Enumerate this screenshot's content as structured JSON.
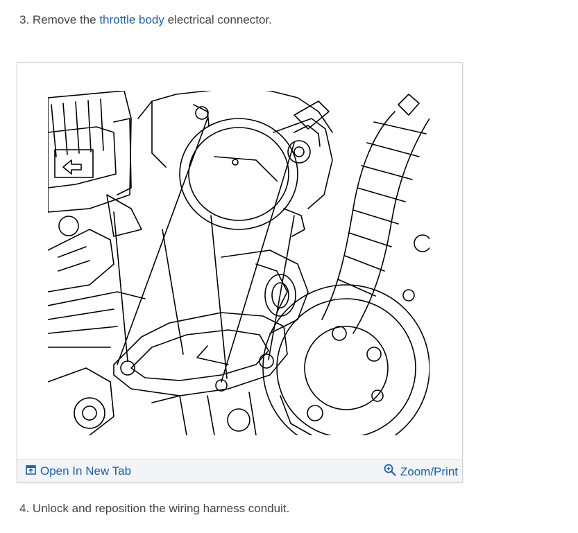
{
  "steps": [
    {
      "number": "3.",
      "before": "Remove the",
      "link": "throttle body",
      "after": "electrical connector."
    },
    {
      "number": "4.",
      "text": "Unlock and reposition the wiring harness conduit."
    }
  ],
  "figure": {
    "open_label": "Open In New Tab",
    "zoom_label": "Zoom/Print",
    "icons": {
      "open": "open-new-tab-icon",
      "zoom": "magnifier-plus-icon"
    },
    "colors": {
      "link": "#1f5fa8",
      "bar_bg": "#f2f4f7",
      "border": "#cfd4da"
    }
  }
}
